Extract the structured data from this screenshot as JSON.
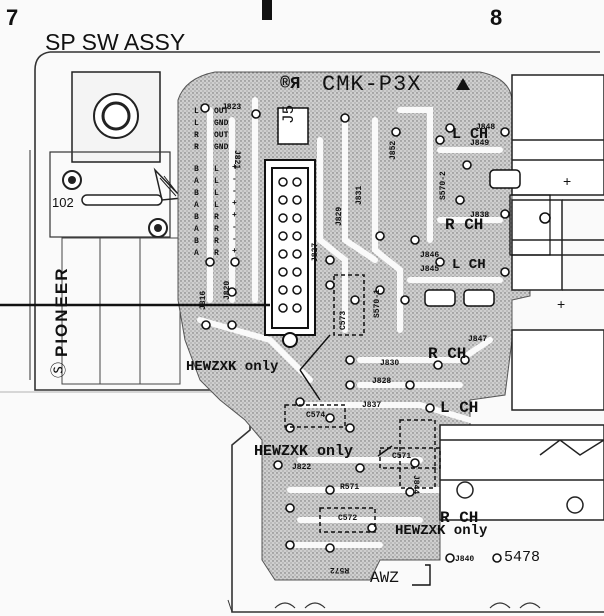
{
  "grid": {
    "left_index": "7",
    "right_index": "8"
  },
  "title": "SP SW ASSY",
  "board": {
    "part_number": "CMK-P3X",
    "ul_mark": "®Я",
    "brand": "PIONEER",
    "pioneer_logo": "Ⓢ",
    "connector": "J5",
    "hole_ref": "102",
    "pin_labels_left": [
      "L",
      "L",
      "R",
      "R",
      "B",
      "A",
      "B",
      "A",
      "B",
      "A",
      "B",
      "A"
    ],
    "pin_labels_right": [
      "OUT",
      "GND",
      "OUT",
      "GND",
      "L",
      "L",
      "L",
      "L",
      "R",
      "R",
      "R",
      "R"
    ],
    "polarity_marks": [
      "+",
      "-",
      "-",
      "+",
      "+",
      "-",
      "-",
      "+"
    ],
    "channel_labels": [
      "L CH",
      "R CH",
      "L CH",
      "R CH",
      "L CH",
      "R CH"
    ],
    "hewzxk_labels": [
      "HEWZXK only",
      "HEWZXK only",
      "HEWZXK only"
    ],
    "bottom_code": "AWZ",
    "bottom_number": "5478",
    "plus_signs": [
      "+",
      "+"
    ],
    "refs": [
      "J823",
      "J821",
      "J848",
      "J849",
      "J852",
      "J831",
      "J829",
      "J827",
      "J820",
      "S570-2",
      "J838",
      "J846",
      "J845",
      "S570-1",
      "J847",
      "J830",
      "J828",
      "J837",
      "C573",
      "C574",
      "C571",
      "C572",
      "J822",
      "R571",
      "R572",
      "J840",
      "J844",
      "J816"
    ]
  }
}
